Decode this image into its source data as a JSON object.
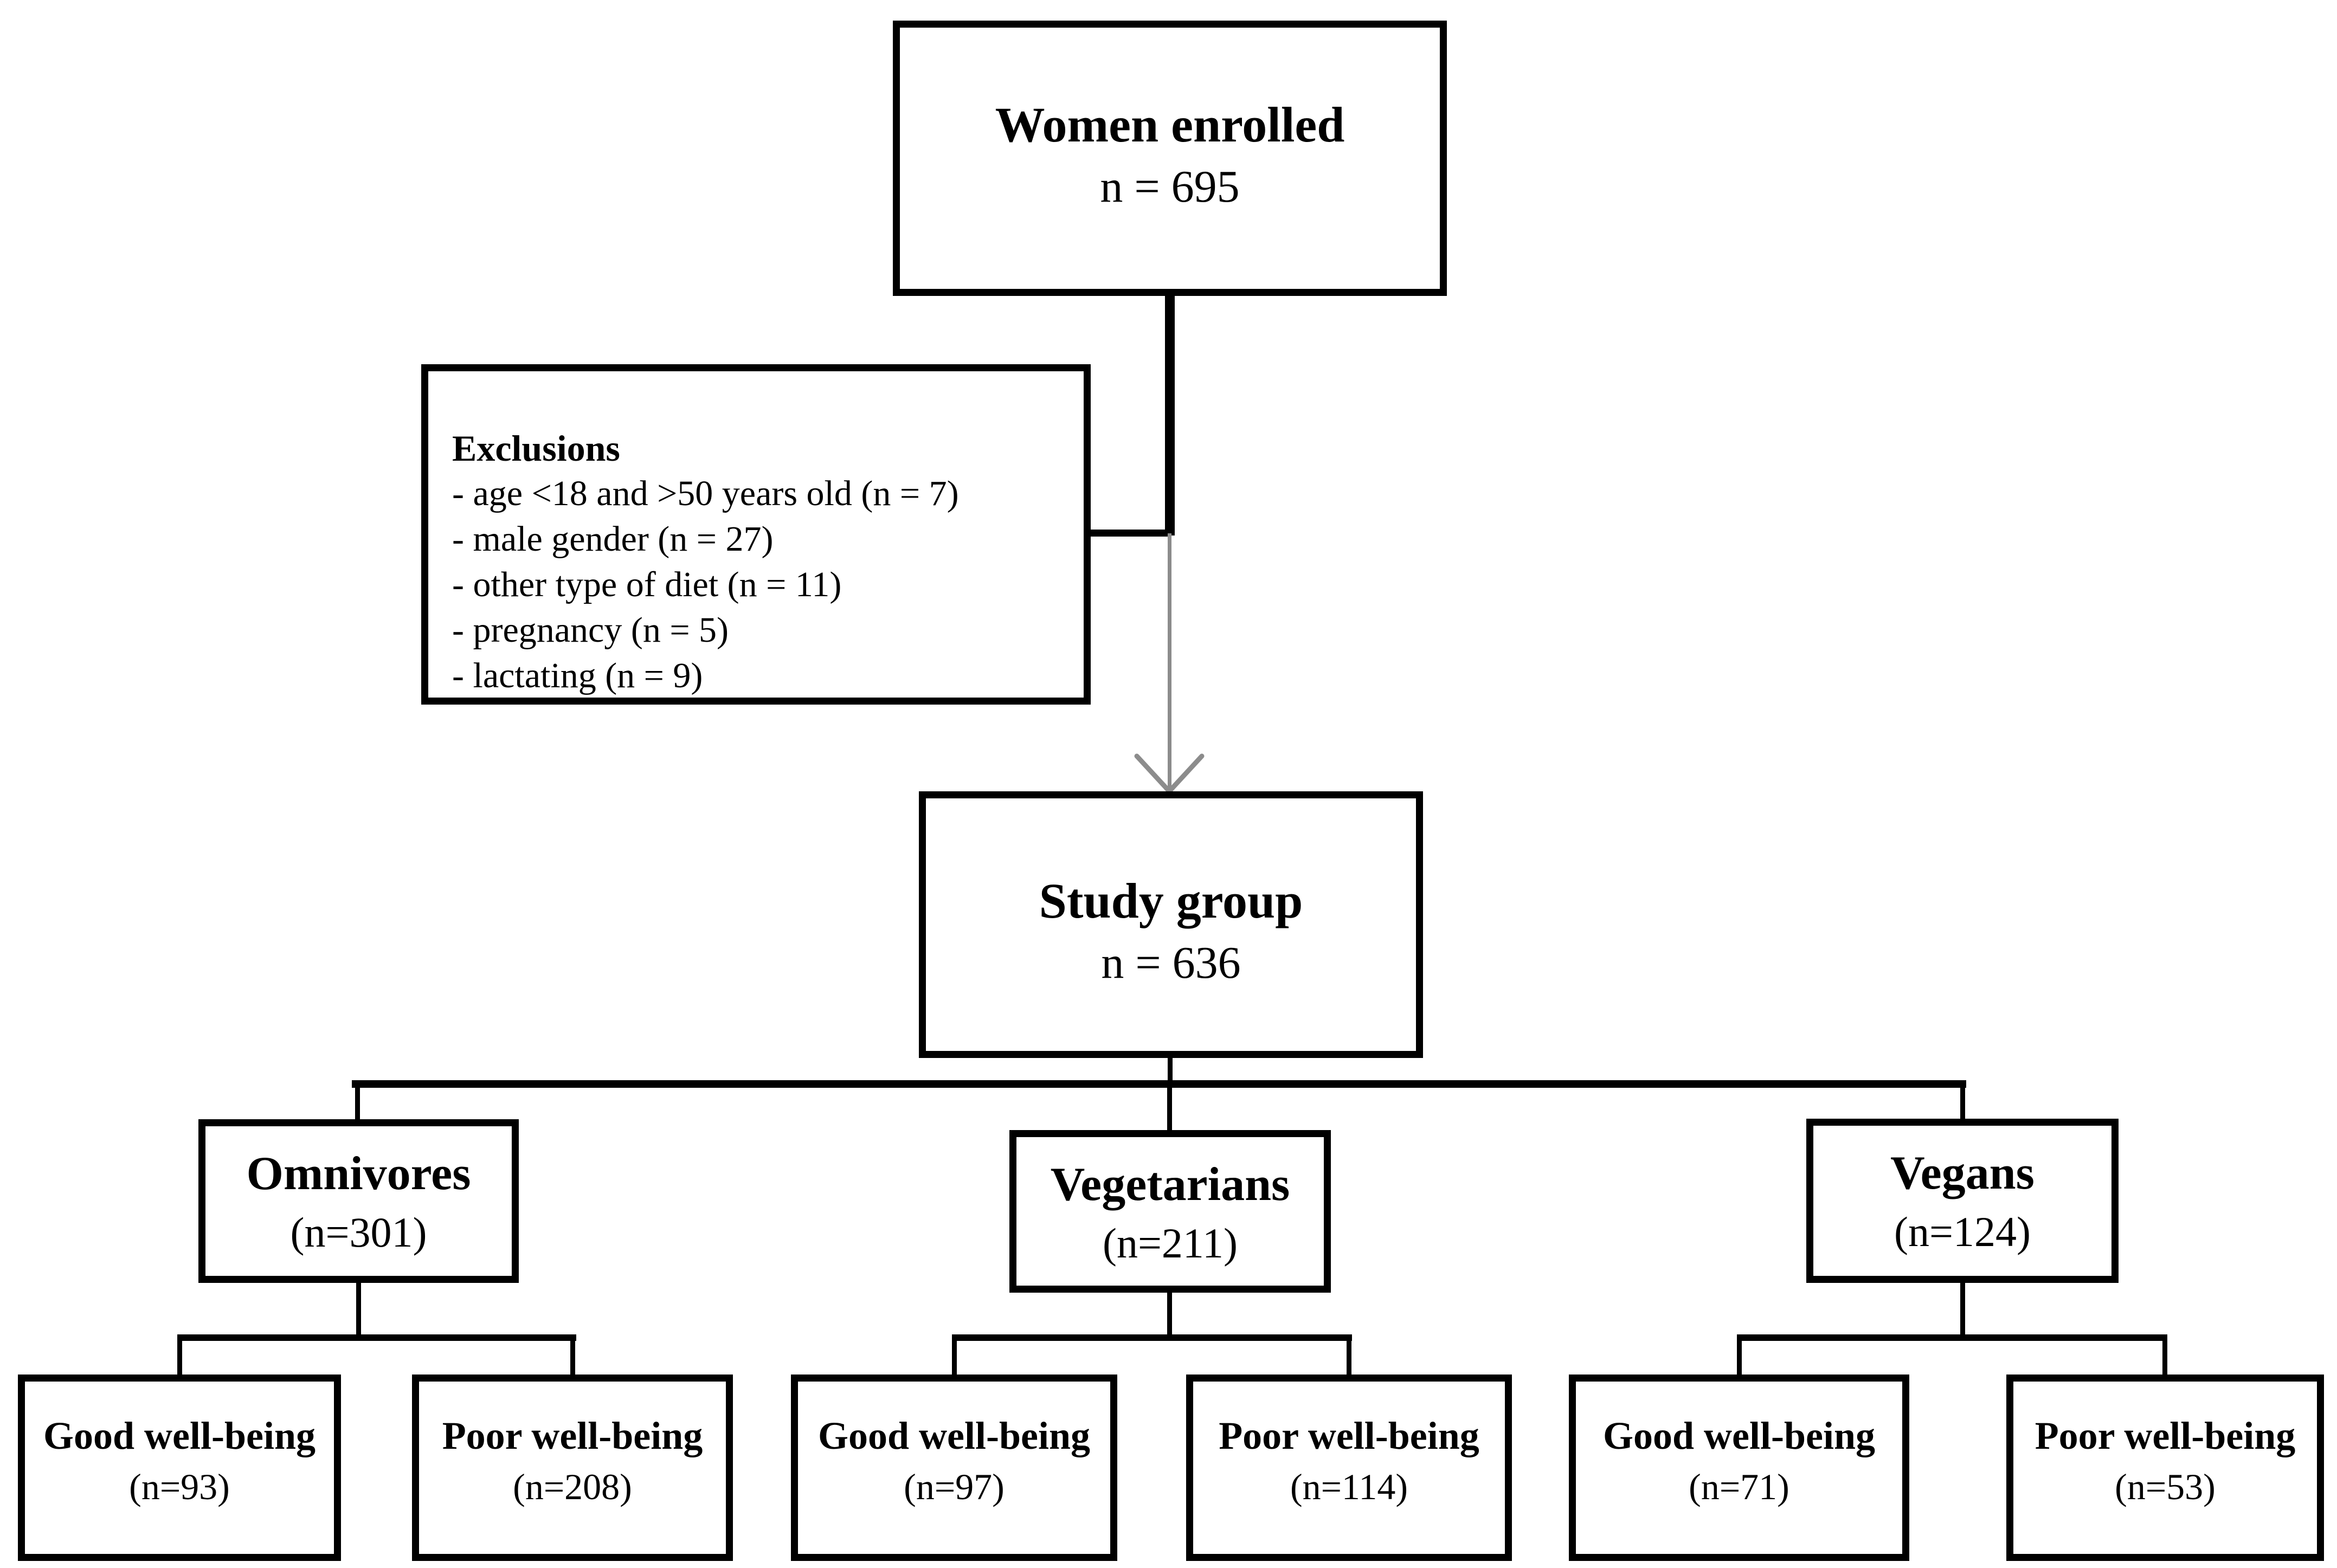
{
  "boxes": {
    "women_enrolled": {
      "title": "Women enrolled",
      "subtitle": "n = 695"
    },
    "exclusions": {
      "title": "Exclusions",
      "items": [
        "- age <18 and >50 years old (n = 7)",
        "- male gender (n = 27)",
        "- other type of diet (n = 11)",
        "- pregnancy (n = 5)",
        "- lactating (n = 9)"
      ]
    },
    "study_group": {
      "title": "Study group",
      "subtitle": "n = 636"
    },
    "omnivores": {
      "title": "Omnivores",
      "subtitle": "(n=301)"
    },
    "vegetarians": {
      "title": "Vegetarians",
      "subtitle": "(n=211)"
    },
    "vegans": {
      "title": "Vegans",
      "subtitle": "(n=124)"
    },
    "omnivores_good": {
      "title": "Good well-being",
      "subtitle": "(n=93)"
    },
    "omnivores_poor": {
      "title": "Poor well-being",
      "subtitle": "(n=208)"
    },
    "vegetarians_good": {
      "title": "Good well-being",
      "subtitle": "(n=97)"
    },
    "vegetarians_poor": {
      "title": "Poor well-being",
      "subtitle": "(n=114)"
    },
    "vegans_good": {
      "title": "Good well-being",
      "subtitle": "(n=71)"
    },
    "vegans_poor": {
      "title": "Poor well-being",
      "subtitle": "(n=53)"
    }
  },
  "colors": {
    "line": "#000000",
    "arrow": "#8c8c8c",
    "background": "#ffffff",
    "text": "#000000"
  }
}
